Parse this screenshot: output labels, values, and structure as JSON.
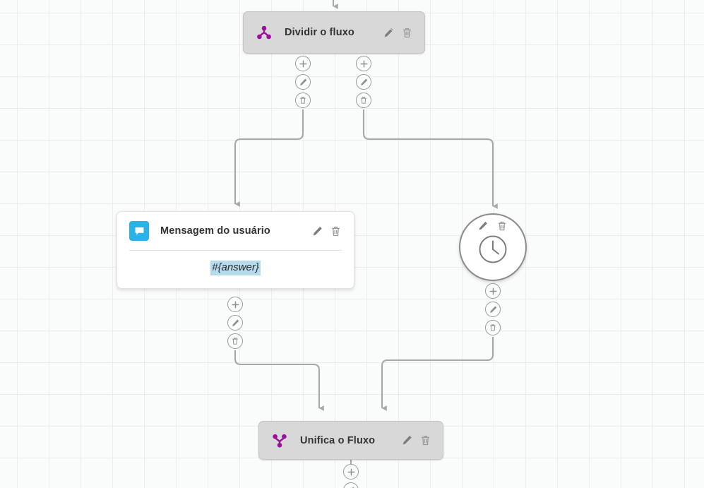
{
  "canvas": {
    "grid": "on",
    "background_color": "#fafbfb",
    "grid_color": "#e8edf3"
  },
  "colors": {
    "split_icon": "#9c0e9c",
    "merge_icon": "#9c0e9c",
    "message_icon_bg": "#2bb3e8",
    "token_highlight": "#b6dbec",
    "node_header_bg": "#d8d8d8",
    "edge": "#a8a8a8"
  },
  "nodes": [
    {
      "id": "split",
      "type": "split",
      "title": "Dividir o fluxo",
      "icon": "split-flow-icon",
      "actions": [
        "edit-icon",
        "delete-icon"
      ]
    },
    {
      "id": "user-message",
      "type": "message",
      "title": "Mensagem do usuário",
      "icon": "chat-bubble-icon",
      "body_text": "#{answer}",
      "actions": [
        "edit-icon",
        "delete-icon"
      ]
    },
    {
      "id": "timer",
      "type": "timer",
      "title": "",
      "icon": "clock-icon",
      "actions": [
        "edit-icon",
        "delete-icon"
      ]
    },
    {
      "id": "merge",
      "type": "merge",
      "title": "Unifica o Fluxo",
      "icon": "merge-flow-icon",
      "actions": [
        "edit-icon",
        "delete-icon"
      ]
    }
  ],
  "connector_stacks": [
    {
      "id": "split-out-left",
      "buttons": [
        "add-icon",
        "edit-icon",
        "delete-icon"
      ]
    },
    {
      "id": "split-out-right",
      "buttons": [
        "add-icon",
        "edit-icon",
        "delete-icon"
      ]
    },
    {
      "id": "message-out",
      "buttons": [
        "add-icon",
        "edit-icon",
        "delete-icon"
      ]
    },
    {
      "id": "timer-out",
      "buttons": [
        "add-icon",
        "edit-icon",
        "delete-icon"
      ]
    },
    {
      "id": "merge-out",
      "buttons": [
        "add-icon",
        "edit-icon"
      ]
    }
  ]
}
